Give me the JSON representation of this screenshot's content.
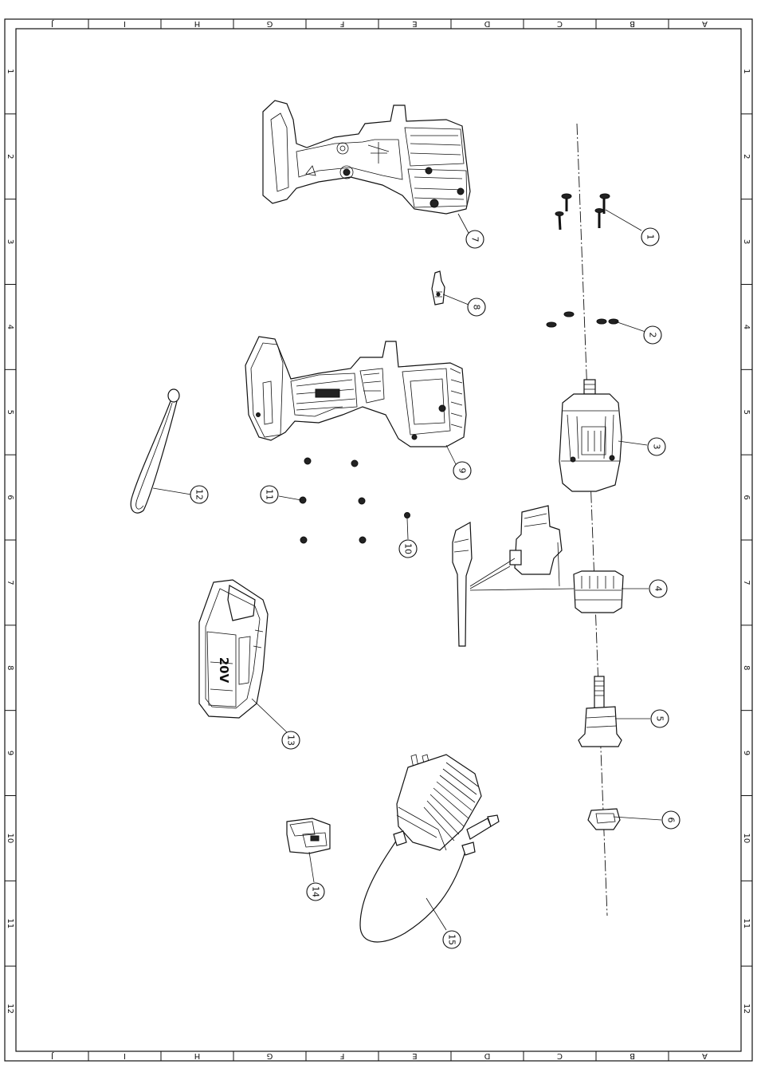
{
  "frame": {
    "columns": [
      "J",
      "I",
      "H",
      "G",
      "F",
      "E",
      "D",
      "C",
      "B",
      "A"
    ],
    "rows": [
      "1",
      "2",
      "3",
      "4",
      "5",
      "6",
      "7",
      "8",
      "9",
      "10",
      "11",
      "12"
    ]
  },
  "callouts": [
    "1",
    "2",
    "3",
    "4",
    "5",
    "6",
    "7",
    "8",
    "9",
    "10",
    "11",
    "12",
    "13",
    "14",
    "15"
  ],
  "battery": {
    "label": "20V"
  },
  "colors": {
    "ink": "#111111",
    "paper": "#ffffff"
  }
}
